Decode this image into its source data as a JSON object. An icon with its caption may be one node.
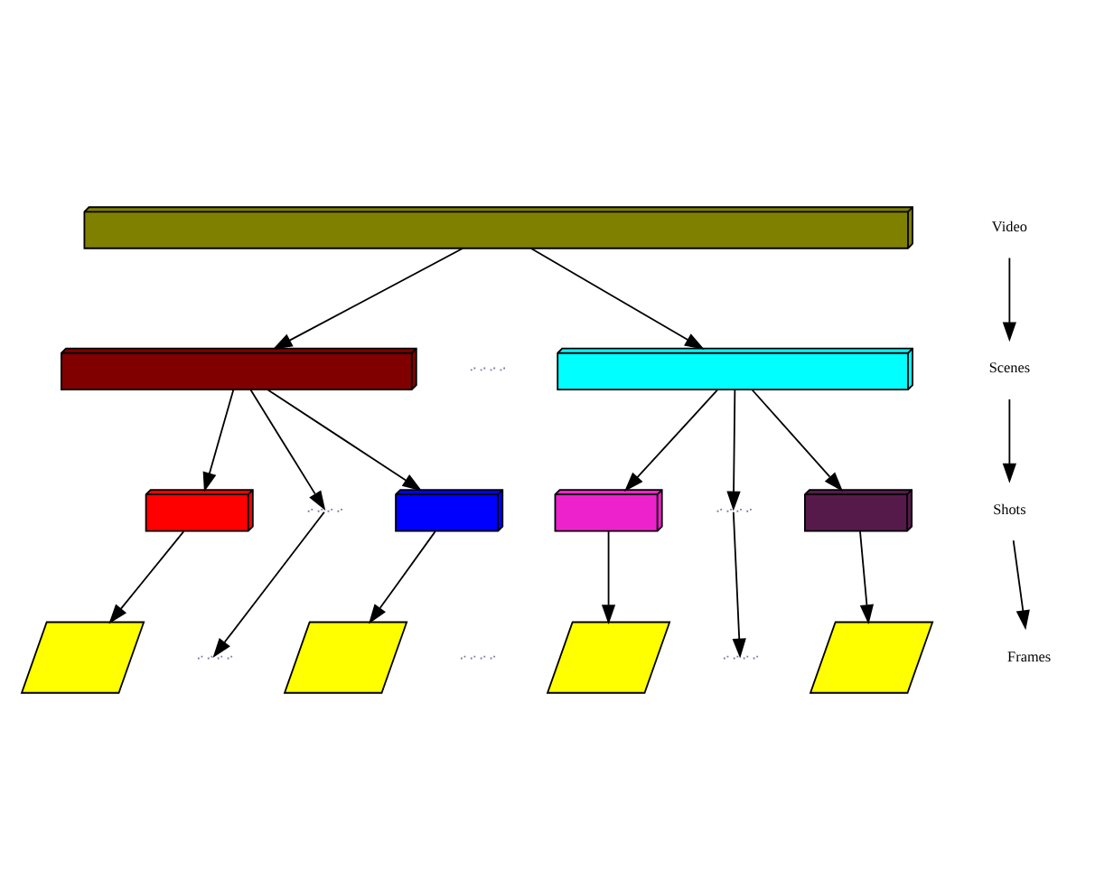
{
  "diagram": {
    "nodes": [
      {
        "text": [],
        "shape": "box"
      },
      {
        "text": [
          "Video"
        ]
      },
      {
        "text": [],
        "shape": "box"
      },
      {
        "text": [],
        "shape": "dots"
      },
      {
        "text": [],
        "shape": "box"
      },
      {
        "text": [
          "Scenes"
        ]
      },
      {
        "text": [],
        "shape": "box"
      },
      {
        "text": [],
        "shape": "dots"
      },
      {
        "text": [],
        "shape": "box"
      },
      {
        "text": [],
        "shape": "box"
      },
      {
        "text": [],
        "shape": "dots"
      },
      {
        "text": [],
        "shape": "box"
      },
      {
        "text": [
          "Shots"
        ]
      },
      {
        "text": [],
        "shape": "parallelogram"
      },
      {
        "text": [],
        "shape": "dots"
      },
      {
        "text": [],
        "shape": "parallelogram"
      },
      {
        "text": [],
        "shape": "dots"
      },
      {
        "text": [],
        "shape": "parallelogram"
      },
      {
        "text": [],
        "shape": "dots"
      },
      {
        "text": [],
        "shape": "parallelogram"
      },
      {
        "text": [
          "Frames"
        ]
      }
    ],
    "edges": [
      {
        "from": 0,
        "to": 2,
        "arrow": "to"
      },
      {
        "from": 0,
        "to": 4,
        "arrow": "to"
      },
      {
        "from": 1,
        "to": 5,
        "arrow": "to"
      },
      {
        "from": 2,
        "to": 6,
        "arrow": "to"
      },
      {
        "from": 2,
        "to": 7,
        "arrow": "to"
      },
      {
        "from": 2,
        "to": 8,
        "arrow": "to"
      },
      {
        "from": 4,
        "to": 9,
        "arrow": "to"
      },
      {
        "from": 4,
        "to": 10,
        "arrow": "to"
      },
      {
        "from": 4,
        "to": 11,
        "arrow": "to"
      },
      {
        "from": 5,
        "to": 12,
        "arrow": "to"
      },
      {
        "from": 6,
        "to": 13,
        "arrow": "to"
      },
      {
        "from": 7,
        "to": 14,
        "arrow": "to"
      },
      {
        "from": 8,
        "to": 15,
        "arrow": "to"
      },
      {
        "from": 9,
        "to": 17,
        "arrow": "to"
      },
      {
        "from": 10,
        "to": 18,
        "arrow": "to"
      },
      {
        "from": 11,
        "to": 19,
        "arrow": "to"
      },
      {
        "from": 12,
        "to": 20,
        "arrow": "to"
      }
    ]
  }
}
